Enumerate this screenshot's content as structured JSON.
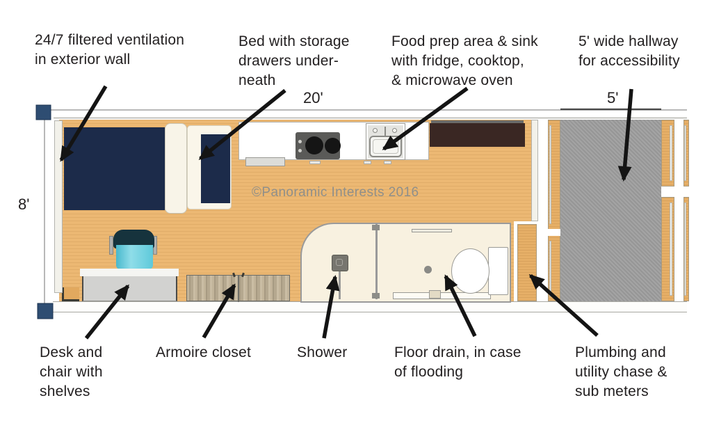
{
  "watermark": "©Panoramic Interests 2016",
  "dimensions": {
    "length": "20'",
    "hallway_width": "5'",
    "unit_width": "8'"
  },
  "callouts": {
    "ventilation": "24/7 filtered ventilation\nin exterior wall",
    "bed_storage": "Bed with storage\ndrawers under-\nneath",
    "food_prep": "Food prep area & sink\nwith fridge, cooktop,\n& microwave oven",
    "hallway": "5' wide hallway\nfor accessibility",
    "desk": "Desk and\nchair with\nshelves",
    "armoire": "Armoire closet",
    "shower": "Shower",
    "floor_drain": "Floor drain, in case\nof flooding",
    "plumbing": "Plumbing and\nutility chase &\nsub meters"
  },
  "colors": {
    "wood_floor": "#ecb873",
    "bed_navy": "#1c2b4a",
    "hallway_gray": "#9d9d9d",
    "bathroom_cream": "#f8f1e0",
    "fridge_brown": "#3a2723",
    "chair_teal": "#5fc8d8",
    "dimension_square_navy": "#2e4d72",
    "label_text": "#232021",
    "watermark_gray": "#8f8f8a"
  }
}
